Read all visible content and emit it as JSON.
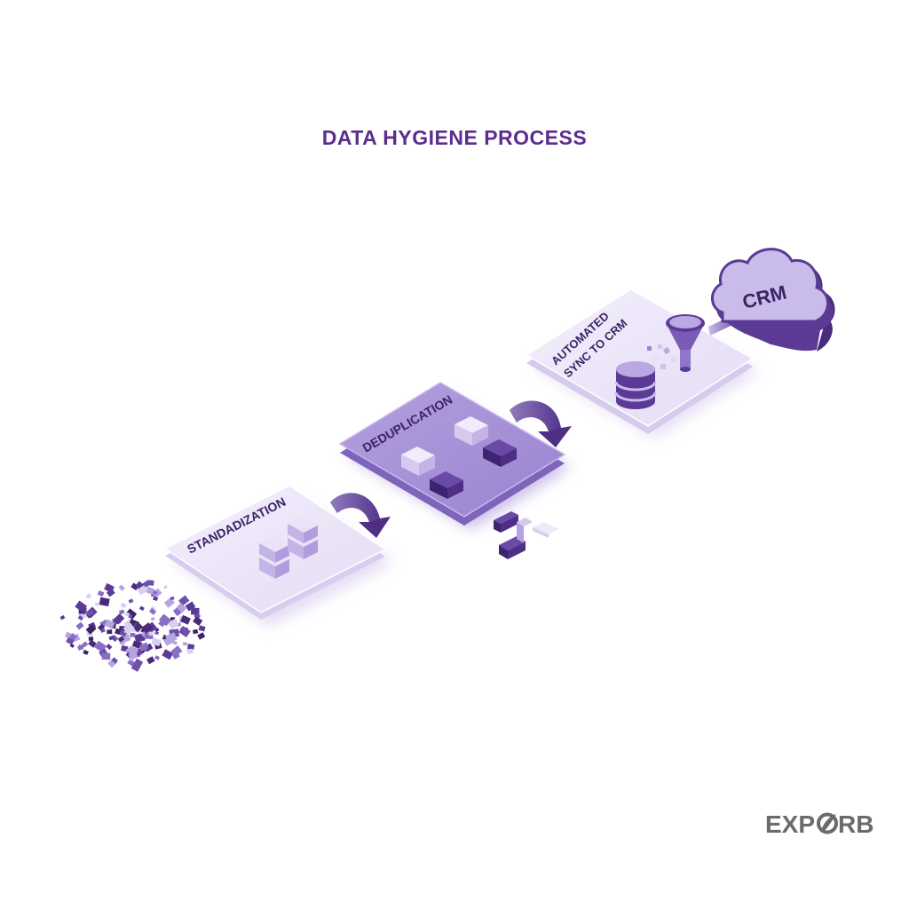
{
  "title": "DATA HYGIENE PROCESS",
  "stages": [
    {
      "label": "STANDADIZATION"
    },
    {
      "label": "DEDUPLICATION"
    },
    {
      "label_line1": "AUTOMATED",
      "label_line2": "SYNC TO CRM"
    }
  ],
  "cloud_label": "CRM",
  "brand": {
    "before": "EXP",
    "after": "RB"
  },
  "colors": {
    "accent": "#5b2d8e",
    "dark_purple": "#4a2a7a",
    "mid_purple": "#8a6dc4",
    "light_lavender": "#ebe5f8",
    "tile_lavender": "#ddd3f2",
    "tile_purple": "#a691d6",
    "brand_gray": "#6b6b6b"
  }
}
